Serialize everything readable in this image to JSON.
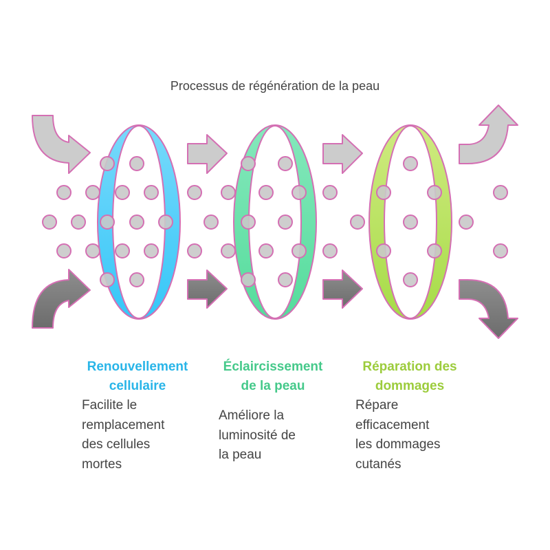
{
  "title": "Processus de régénération de la peau",
  "stages": [
    {
      "heading": "Renouvellement\ncellulaire",
      "description": "Facilite le\nremplacement\ndes cellules\nmortes",
      "color": "#29b5e8",
      "ring_top": "#78d9fb",
      "ring_bottom": "#36c7f8"
    },
    {
      "heading": "Éclaircissement\nde la peau",
      "description": "Améliore la\nluminosité de\nla peau",
      "color": "#45c98a",
      "ring_top": "#85e8bc",
      "ring_bottom": "#55dc9c"
    },
    {
      "heading": "Réparation des\ndommages",
      "description": "Répare\nefficacement\nles dommages\ncutanés",
      "color": "#9ccc3c",
      "ring_top": "#d0ea80",
      "ring_bottom": "#a6dc48"
    }
  ],
  "colors": {
    "outline": "#d46fb3",
    "dot_fill": "#c9c9c9",
    "arrow_light": "#cccccc",
    "arrow_dark": "#7a7a7a"
  }
}
